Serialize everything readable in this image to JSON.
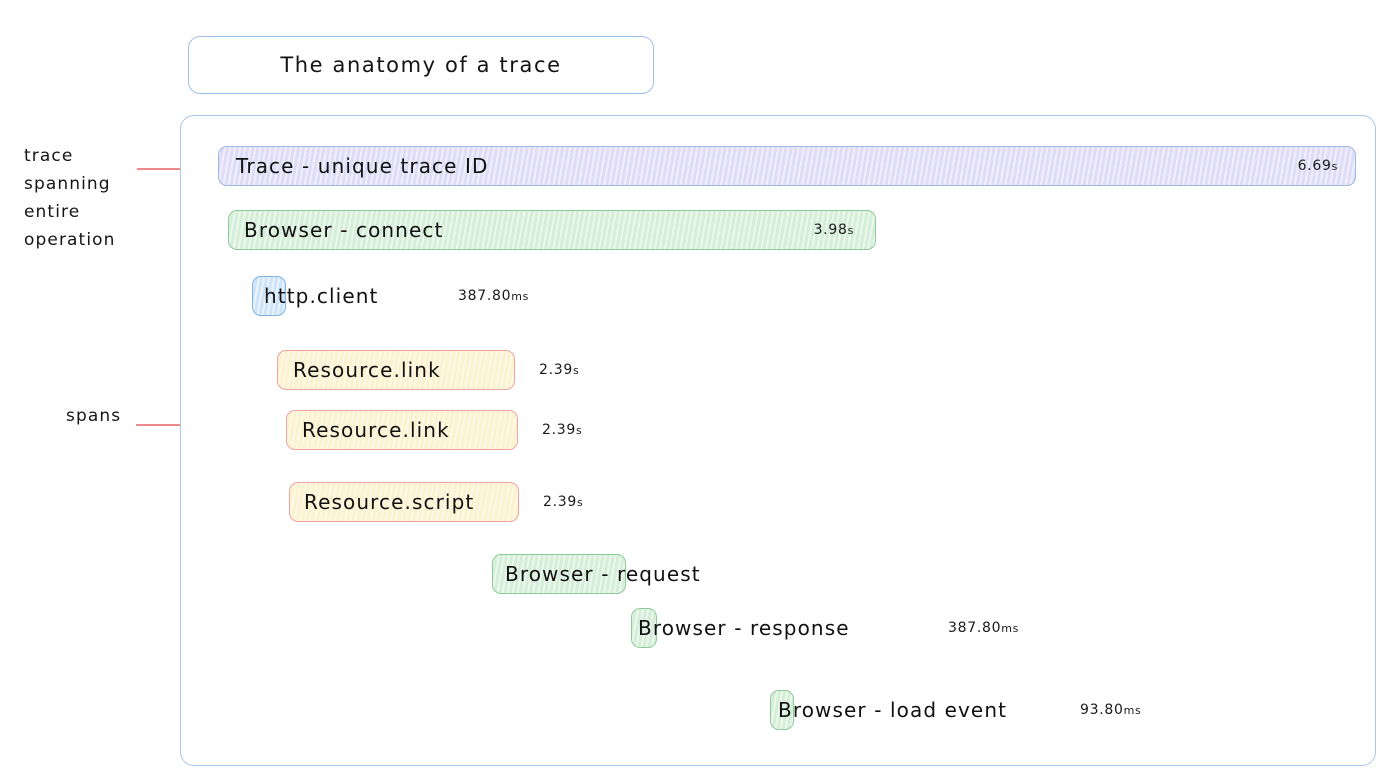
{
  "title": {
    "text": "The anatomy of a trace"
  },
  "annotations": {
    "trace": "trace\nspanning\nentire\noperation",
    "spans": "spans"
  },
  "colors": {
    "container_border": "#a9c8ea",
    "title_border": "#9cc0e8",
    "annotation_line": "#f08a8a",
    "trace_fill": "#dedcf6",
    "trace_border": "#9db9e2",
    "browser_fill": "#d5eed8",
    "browser_border": "#8fcb9a",
    "client_fill": "#cfe4f8",
    "client_border": "#7eb3e4",
    "resource_fill": "#fcf2cf",
    "resource_border": "#f0a3a0"
  },
  "rows": [
    {
      "name": "trace",
      "label": "Trace - unique trace ID",
      "duration": "6.69",
      "unit": "s",
      "duration_inside": true
    },
    {
      "name": "browser-connect",
      "label": "Browser - connect",
      "duration": "3.98",
      "unit": "s",
      "duration_inside": true
    },
    {
      "name": "http-client",
      "label": "http.client",
      "duration": "387.80",
      "unit": "ms",
      "duration_inside": false
    },
    {
      "name": "resource-link-1",
      "label": "Resource.link",
      "duration": "2.39",
      "unit": "s",
      "duration_inside": false
    },
    {
      "name": "resource-link-2",
      "label": "Resource.link",
      "duration": "2.39",
      "unit": "s",
      "duration_inside": false
    },
    {
      "name": "resource-script",
      "label": "Resource.script",
      "duration": "2.39",
      "unit": "s",
      "duration_inside": false
    },
    {
      "name": "browser-request",
      "label": "Browser - request",
      "duration": "",
      "unit": "",
      "duration_inside": false
    },
    {
      "name": "browser-response",
      "label": "Browser - response",
      "duration": "387.80",
      "unit": "ms",
      "duration_inside": false
    },
    {
      "name": "browser-load-event",
      "label": "Browser - load event",
      "duration": "93.80",
      "unit": "ms",
      "duration_inside": false
    }
  ]
}
